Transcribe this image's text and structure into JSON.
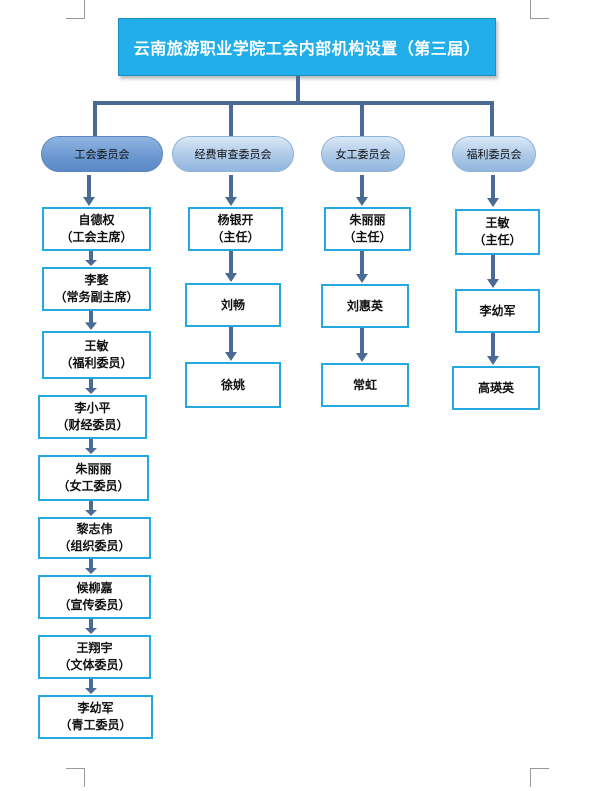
{
  "title": "云南旅游职业学院工会内部机构设置（第三届）",
  "committees": [
    {
      "name": "工会委员会",
      "members": [
        {
          "name": "自德权",
          "role": "（工会主席）"
        },
        {
          "name": "李婺",
          "role": "（常务副主席）"
        },
        {
          "name": "王敏",
          "role": "（福利委员）"
        },
        {
          "name": "李小平",
          "role": "（财经委员）"
        },
        {
          "name": "朱丽丽",
          "role": "（女工委员）"
        },
        {
          "name": "黎志伟",
          "role": "（组织委员）"
        },
        {
          "name": "候柳嘉",
          "role": "（宣传委员）"
        },
        {
          "name": "王翔宇",
          "role": "（文体委员）"
        },
        {
          "name": "李幼军",
          "role": "（青工委员）"
        }
      ]
    },
    {
      "name": "经费审查委员会",
      "members": [
        {
          "name": "杨银开",
          "role": "（主任）"
        },
        {
          "name": "刘畅",
          "role": ""
        },
        {
          "name": "徐姚",
          "role": ""
        }
      ]
    },
    {
      "name": "女工委员会",
      "members": [
        {
          "name": "朱丽丽",
          "role": "（主任）"
        },
        {
          "name": "刘惠英",
          "role": ""
        },
        {
          "name": "常虹",
          "role": ""
        }
      ]
    },
    {
      "name": "福利委员会",
      "members": [
        {
          "name": "王敏",
          "role": "（主任）"
        },
        {
          "name": "李幼军",
          "role": ""
        },
        {
          "name": "高瑛英",
          "role": ""
        }
      ]
    }
  ],
  "colors": {
    "title_bg": "#22aee8",
    "box_border": "#23a8e0",
    "connector": "#4b6b95"
  }
}
